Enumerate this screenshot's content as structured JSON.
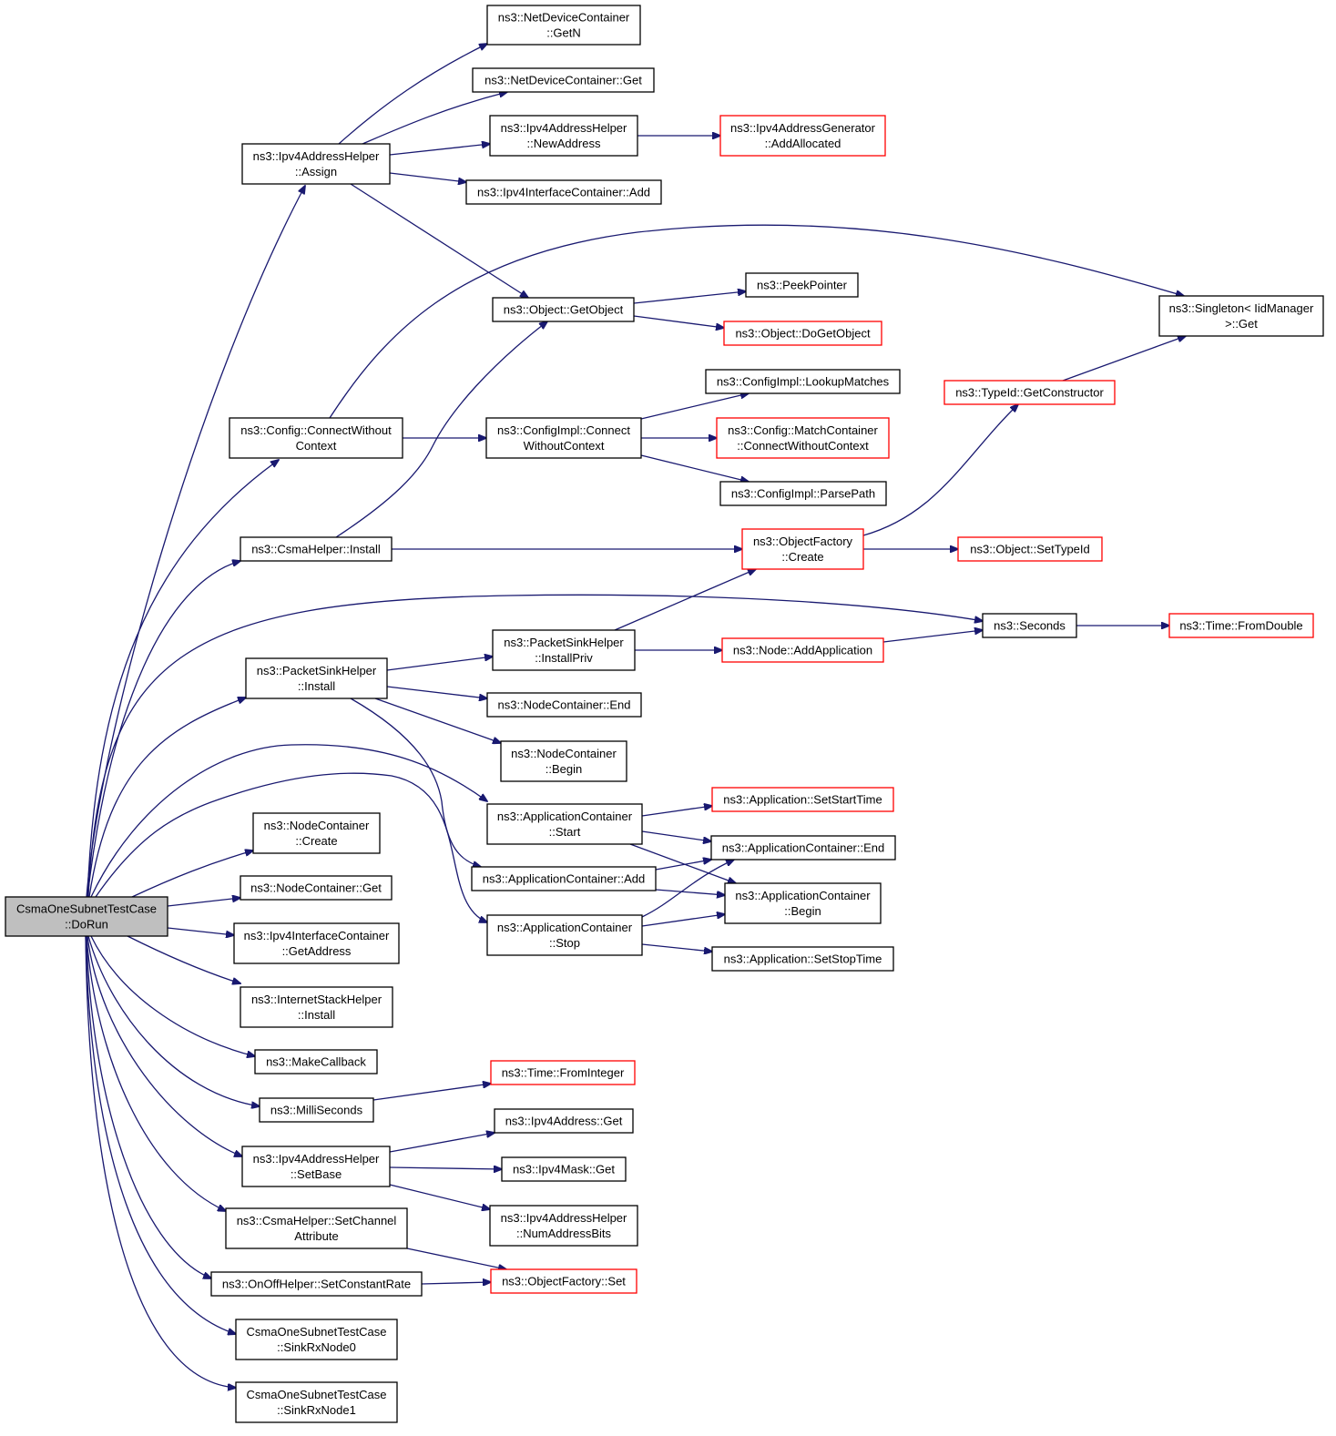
{
  "colors": {
    "edge": "#191970",
    "node_border": "#000000",
    "truncated_border": "#ff0000",
    "root_fill": "#bfbfbf"
  },
  "nodes": {
    "root": {
      "lines": [
        "CsmaOneSubnetTestCase",
        "::DoRun"
      ],
      "style": "root"
    },
    "ipv4ah_assign": {
      "lines": [
        "ns3::Ipv4AddressHelper",
        "::Assign"
      ]
    },
    "ndc_getn": {
      "lines": [
        "ns3::NetDeviceContainer",
        "::GetN"
      ]
    },
    "ndc_get": {
      "lines": [
        "ns3::NetDeviceContainer::Get"
      ]
    },
    "ipv4ah_newaddr": {
      "lines": [
        "ns3::Ipv4AddressHelper",
        "::NewAddress"
      ]
    },
    "ipv4ag_addalloc": {
      "lines": [
        "ns3::Ipv4AddressGenerator",
        "::AddAllocated"
      ],
      "style": "red"
    },
    "ipv4ic_add": {
      "lines": [
        "ns3::Ipv4InterfaceContainer::Add"
      ]
    },
    "singleton_get": {
      "lines": [
        "ns3::Singleton< IidManager",
        ">::Get"
      ]
    },
    "object_getobject": {
      "lines": [
        "ns3::Object::GetObject"
      ]
    },
    "peekpointer": {
      "lines": [
        "ns3::PeekPointer"
      ]
    },
    "object_dogetobject": {
      "lines": [
        "ns3::Object::DoGetObject"
      ],
      "style": "red"
    },
    "configimpl_lookup": {
      "lines": [
        "ns3::ConfigImpl::LookupMatches"
      ]
    },
    "typeid_getctor": {
      "lines": [
        "ns3::TypeId::GetConstructor"
      ],
      "style": "red"
    },
    "config_connectwc": {
      "lines": [
        "ns3::Config::ConnectWithout",
        "Context"
      ]
    },
    "configimpl_connectwc": {
      "lines": [
        "ns3::ConfigImpl::Connect",
        "WithoutContext"
      ]
    },
    "config_matchcontainer": {
      "lines": [
        "ns3::Config::MatchContainer",
        "::ConnectWithoutContext"
      ],
      "style": "red"
    },
    "configimpl_parsepath": {
      "lines": [
        "ns3::ConfigImpl::ParsePath"
      ]
    },
    "csma_install": {
      "lines": [
        "ns3::CsmaHelper::Install"
      ]
    },
    "objfactory_create": {
      "lines": [
        "ns3::ObjectFactory",
        "::Create"
      ],
      "style": "red"
    },
    "object_settypeid": {
      "lines": [
        "ns3::Object::SetTypeId"
      ],
      "style": "red"
    },
    "seconds": {
      "lines": [
        "ns3::Seconds"
      ]
    },
    "time_fromdouble": {
      "lines": [
        "ns3::Time::FromDouble"
      ],
      "style": "red"
    },
    "psh_installpriv": {
      "lines": [
        "ns3::PacketSinkHelper",
        "::InstallPriv"
      ]
    },
    "node_addapp": {
      "lines": [
        "ns3::Node::AddApplication"
      ],
      "style": "red"
    },
    "psh_install": {
      "lines": [
        "ns3::PacketSinkHelper",
        "::Install"
      ]
    },
    "nc_end": {
      "lines": [
        "ns3::NodeContainer::End"
      ]
    },
    "nc_begin": {
      "lines": [
        "ns3::NodeContainer",
        "::Begin"
      ]
    },
    "app_setstart": {
      "lines": [
        "ns3::Application::SetStartTime"
      ],
      "style": "red"
    },
    "ac_start": {
      "lines": [
        "ns3::ApplicationContainer",
        "::Start"
      ]
    },
    "nc_create": {
      "lines": [
        "ns3::NodeContainer",
        "::Create"
      ]
    },
    "ac_end": {
      "lines": [
        "ns3::ApplicationContainer::End"
      ]
    },
    "ac_add": {
      "lines": [
        "ns3::ApplicationContainer::Add"
      ]
    },
    "ac_begin": {
      "lines": [
        "ns3::ApplicationContainer",
        "::Begin"
      ]
    },
    "nc_get": {
      "lines": [
        "ns3::NodeContainer::Get"
      ]
    },
    "ac_stop": {
      "lines": [
        "ns3::ApplicationContainer",
        "::Stop"
      ]
    },
    "ipv4ic_getaddr": {
      "lines": [
        "ns3::Ipv4InterfaceContainer",
        "::GetAddress"
      ]
    },
    "app_setstop": {
      "lines": [
        "ns3::Application::SetStopTime"
      ]
    },
    "ish_install": {
      "lines": [
        "ns3::InternetStackHelper",
        "::Install"
      ]
    },
    "makecallback": {
      "lines": [
        "ns3::MakeCallback"
      ]
    },
    "time_frominteger": {
      "lines": [
        "ns3::Time::FromInteger"
      ],
      "style": "red"
    },
    "milliseconds": {
      "lines": [
        "ns3::MilliSeconds"
      ]
    },
    "ipv4addr_get": {
      "lines": [
        "ns3::Ipv4Address::Get"
      ]
    },
    "ipv4ah_setbase": {
      "lines": [
        "ns3::Ipv4AddressHelper",
        "::SetBase"
      ]
    },
    "ipv4mask_get": {
      "lines": [
        "ns3::Ipv4Mask::Get"
      ]
    },
    "ipv4ah_numaddrbits": {
      "lines": [
        "ns3::Ipv4AddressHelper",
        "::NumAddressBits"
      ]
    },
    "csma_setchanattr": {
      "lines": [
        "ns3::CsmaHelper::SetChannel",
        "Attribute"
      ]
    },
    "onoff_setrate": {
      "lines": [
        "ns3::OnOffHelper::SetConstantRate"
      ]
    },
    "objfactory_set": {
      "lines": [
        "ns3::ObjectFactory::Set"
      ],
      "style": "red"
    },
    "sinkrx0": {
      "lines": [
        "CsmaOneSubnetTestCase",
        "::SinkRxNode0"
      ]
    },
    "sinkrx1": {
      "lines": [
        "CsmaOneSubnetTestCase",
        "::SinkRxNode1"
      ]
    }
  },
  "edges": [
    [
      "root",
      "ipv4ah_assign"
    ],
    [
      "root",
      "config_connectwc"
    ],
    [
      "root",
      "csma_install"
    ],
    [
      "root",
      "seconds"
    ],
    [
      "root",
      "psh_install"
    ],
    [
      "root",
      "ac_start"
    ],
    [
      "root",
      "ac_stop"
    ],
    [
      "root",
      "nc_create"
    ],
    [
      "root",
      "nc_get"
    ],
    [
      "root",
      "ipv4ic_getaddr"
    ],
    [
      "root",
      "ish_install"
    ],
    [
      "root",
      "makecallback"
    ],
    [
      "root",
      "milliseconds"
    ],
    [
      "root",
      "ipv4ah_setbase"
    ],
    [
      "root",
      "csma_setchanattr"
    ],
    [
      "root",
      "onoff_setrate"
    ],
    [
      "root",
      "sinkrx0"
    ],
    [
      "root",
      "sinkrx1"
    ],
    [
      "ipv4ah_assign",
      "ndc_getn"
    ],
    [
      "ipv4ah_assign",
      "ndc_get"
    ],
    [
      "ipv4ah_assign",
      "ipv4ah_newaddr"
    ],
    [
      "ipv4ah_assign",
      "ipv4ic_add"
    ],
    [
      "ipv4ah_assign",
      "object_getobject"
    ],
    [
      "ipv4ah_newaddr",
      "ipv4ag_addalloc"
    ],
    [
      "config_connectwc",
      "singleton_get"
    ],
    [
      "config_connectwc",
      "configimpl_connectwc"
    ],
    [
      "object_getobject",
      "peekpointer"
    ],
    [
      "object_getobject",
      "object_dogetobject"
    ],
    [
      "configimpl_connectwc",
      "configimpl_lookup"
    ],
    [
      "configimpl_connectwc",
      "config_matchcontainer"
    ],
    [
      "configimpl_connectwc",
      "configimpl_parsepath"
    ],
    [
      "csma_install",
      "object_getobject"
    ],
    [
      "csma_install",
      "objfactory_create"
    ],
    [
      "objfactory_create",
      "typeid_getctor"
    ],
    [
      "objfactory_create",
      "object_settypeid"
    ],
    [
      "typeid_getctor",
      "singleton_get"
    ],
    [
      "psh_install",
      "psh_installpriv"
    ],
    [
      "psh_install",
      "nc_end"
    ],
    [
      "psh_install",
      "nc_begin"
    ],
    [
      "psh_install",
      "ac_add"
    ],
    [
      "psh_installpriv",
      "objfactory_create"
    ],
    [
      "psh_installpriv",
      "node_addapp"
    ],
    [
      "node_addapp",
      "seconds"
    ],
    [
      "seconds",
      "time_fromdouble"
    ],
    [
      "ac_start",
      "app_setstart"
    ],
    [
      "ac_start",
      "ac_end"
    ],
    [
      "ac_start",
      "ac_begin"
    ],
    [
      "ac_add",
      "ac_end"
    ],
    [
      "ac_add",
      "ac_begin"
    ],
    [
      "ac_stop",
      "ac_end"
    ],
    [
      "ac_stop",
      "ac_begin"
    ],
    [
      "ac_stop",
      "app_setstop"
    ],
    [
      "milliseconds",
      "time_frominteger"
    ],
    [
      "ipv4ah_setbase",
      "ipv4addr_get"
    ],
    [
      "ipv4ah_setbase",
      "ipv4mask_get"
    ],
    [
      "ipv4ah_setbase",
      "ipv4ah_numaddrbits"
    ],
    [
      "csma_setchanattr",
      "objfactory_set"
    ],
    [
      "onoff_setrate",
      "objfactory_set"
    ]
  ]
}
